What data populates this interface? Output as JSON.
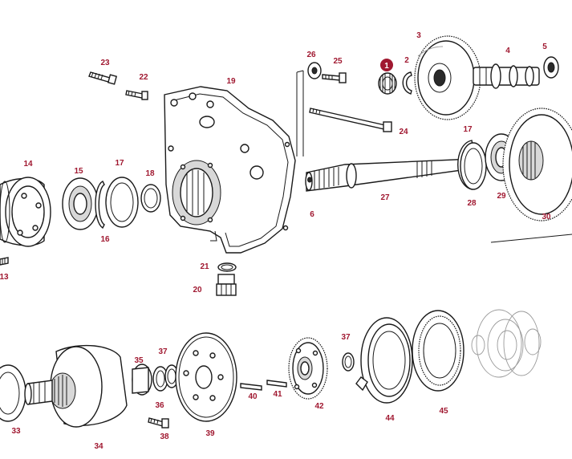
{
  "diagram": {
    "highlight_color": "#a01830",
    "labels": {
      "p1": "1",
      "p2": "2",
      "p3": "3",
      "p4": "4",
      "p5": "5",
      "p6": "6",
      "p13": "13",
      "p14": "14",
      "p15": "15",
      "p16": "16",
      "p17a": "17",
      "p17b": "17",
      "p18": "18",
      "p19": "19",
      "p20": "20",
      "p21": "21",
      "p22": "22",
      "p23": "23",
      "p24": "24",
      "p25": "25",
      "p26": "26",
      "p27": "27",
      "p28": "28",
      "p29": "29",
      "p30": "30",
      "p33": "33",
      "p34": "34",
      "p35": "35",
      "p36": "36",
      "p37a": "37",
      "p37b": "37",
      "p38": "38",
      "p39": "39",
      "p40": "40",
      "p41": "41",
      "p42": "42",
      "p44": "44",
      "p45": "45"
    }
  }
}
